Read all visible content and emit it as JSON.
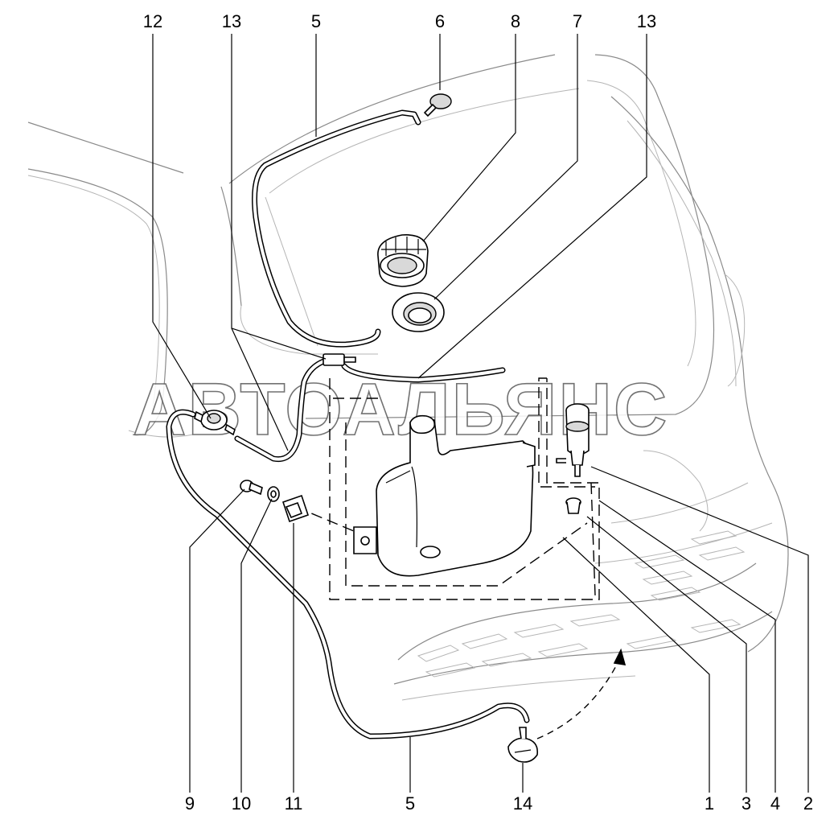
{
  "watermark": "АВТОАЛЬЯНС",
  "callouts": {
    "top": [
      "12",
      "13",
      "5",
      "6",
      "8",
      "7",
      "13"
    ],
    "bottom": [
      "9",
      "10",
      "11",
      "5",
      "14",
      "1",
      "3",
      "4",
      "2"
    ]
  }
}
